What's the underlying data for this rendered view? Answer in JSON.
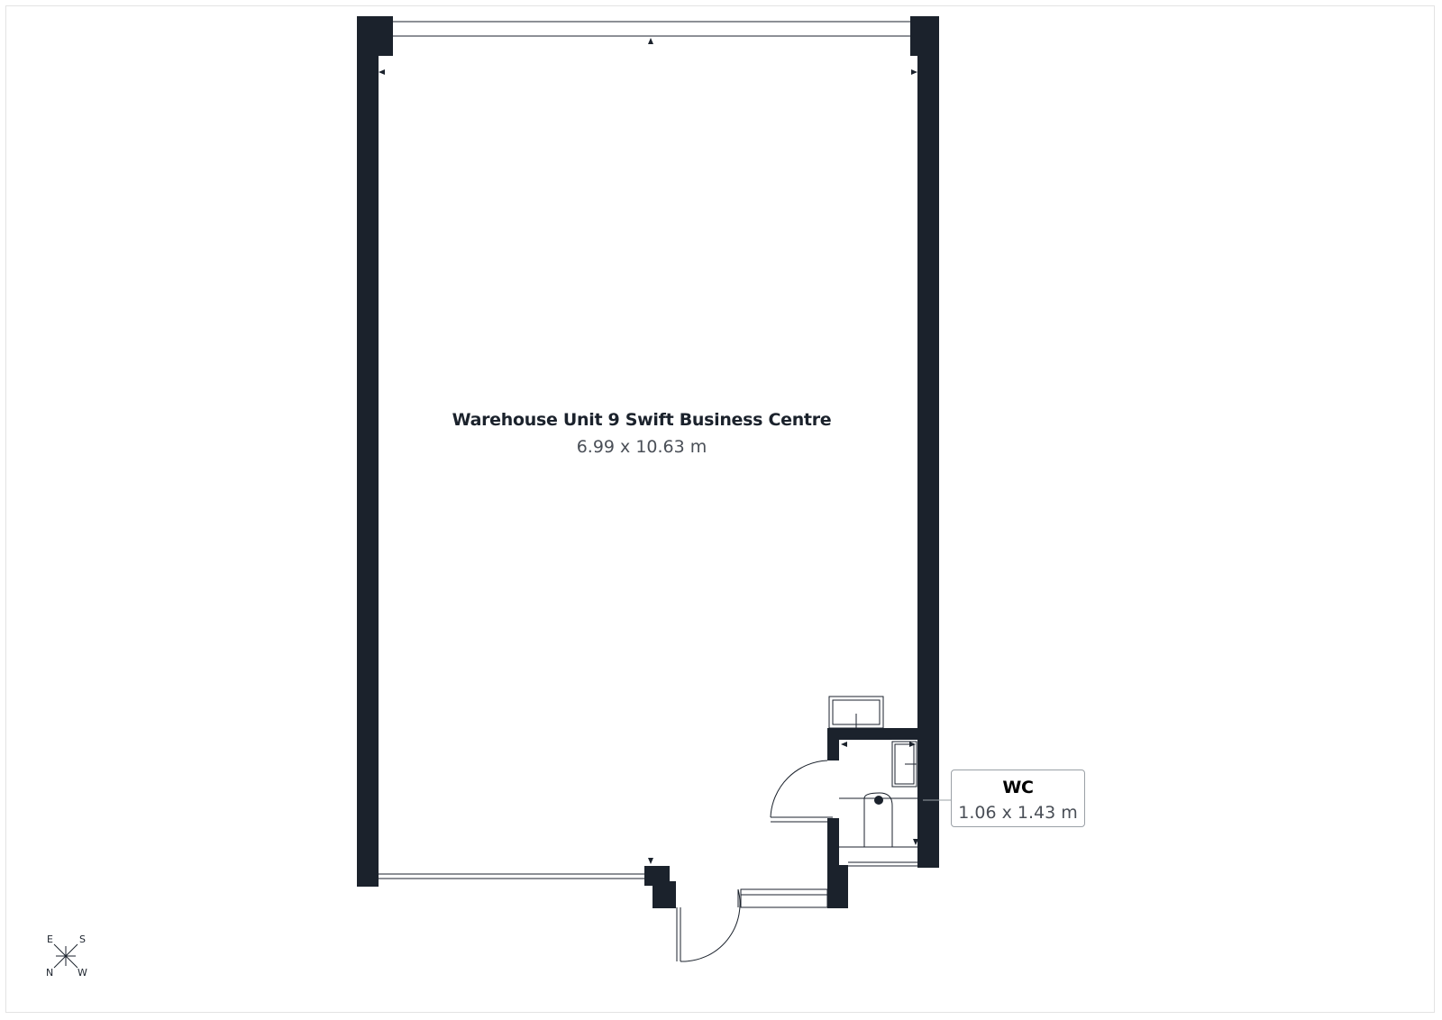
{
  "rooms": {
    "main": {
      "name": "Warehouse Unit 9 Swift Business Centre",
      "dimensions": "6.99 x 10.63 m"
    },
    "wc": {
      "name": "WC",
      "dimensions": "1.06 x 1.43 m"
    }
  },
  "compass": {
    "top_left": "E",
    "top_right": "S",
    "bottom_left": "N",
    "bottom_right": "W"
  },
  "colors": {
    "wall": "#1b222c",
    "line": "#1b222c",
    "background": "#ffffff"
  }
}
